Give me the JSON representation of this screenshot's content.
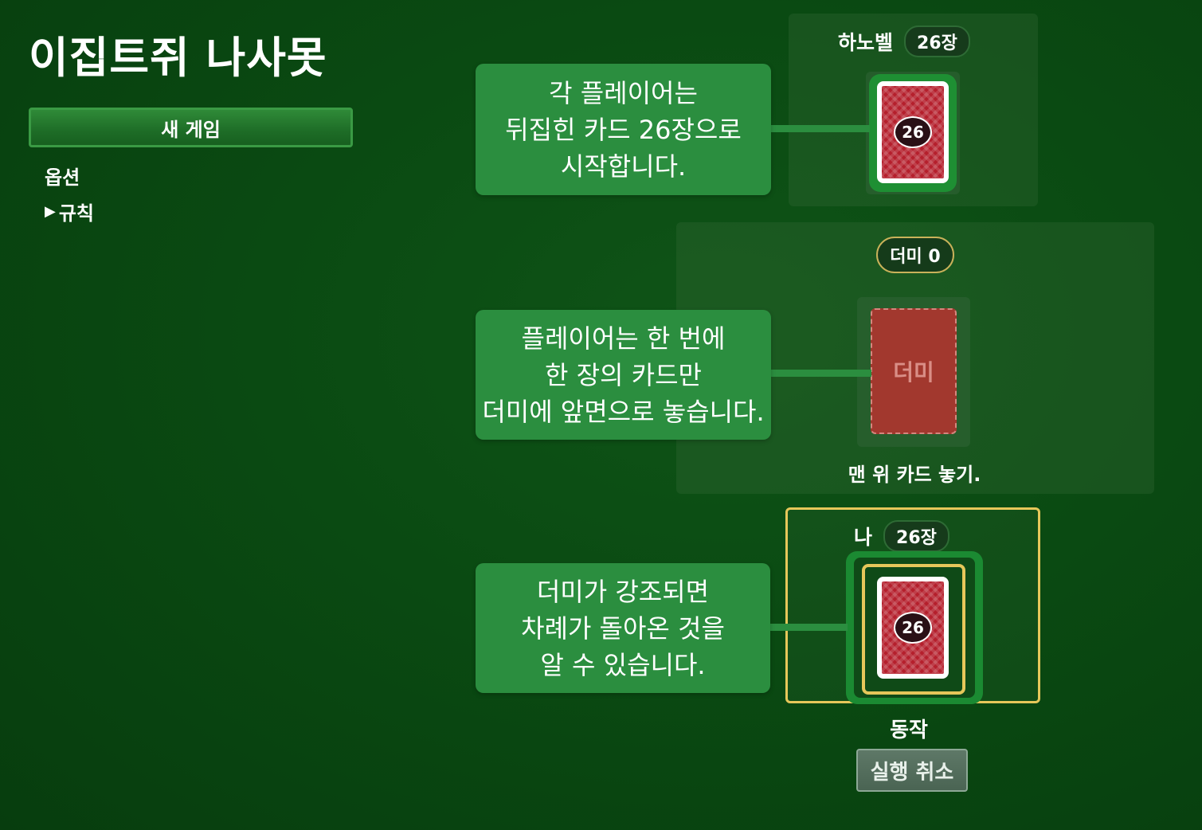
{
  "title": "이집트쥐 나사못",
  "sidebar": {
    "new_game_label": "새 게임",
    "options_label": "옵션",
    "rules_toggle_icon": "▶",
    "rules_label": "규칙"
  },
  "opponent": {
    "name": "하노벨",
    "count_label": "26장",
    "card_count": "26"
  },
  "pile": {
    "badge_label": "더미 0",
    "empty_label": "더미",
    "caption": "맨 위 카드 놓기."
  },
  "me": {
    "name": "나",
    "count_label": "26장",
    "card_count": "26"
  },
  "tooltips": {
    "tip1": [
      "각 플레이어는",
      "뒤집힌 카드 26장으로",
      "시작합니다."
    ],
    "tip2": [
      "플레이어는 한 번에",
      "한 장의 카드만",
      "더미에 앞면으로 놓습니다."
    ],
    "tip3": [
      "더미가 강조되면",
      "차례가 돌아온 것을",
      "알 수 있습니다."
    ]
  },
  "actions": {
    "label": "동작",
    "undo_label": "실행 취소"
  },
  "colors": {
    "felt": "#0a4a12",
    "tooltip": "#2b8e3f",
    "highlight": "#e6c75a",
    "card_back": "#b51f2c"
  }
}
